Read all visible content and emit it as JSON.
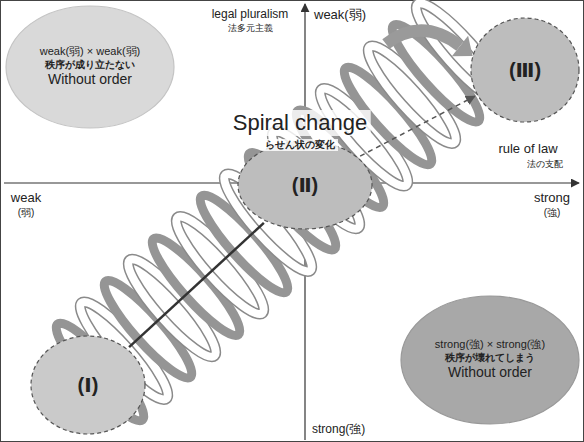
{
  "diagram": {
    "nodes": [
      {
        "text": [
          "weak(弱) × weak(弱)",
          "秩序が成り立たない",
          "Without order"
        ]
      },
      {
        "text": [
          "(Ⅰ)"
        ]
      },
      {
        "text": [
          "(Ⅱ)"
        ]
      },
      {
        "text": [
          "(Ⅲ)"
        ]
      },
      {
        "text": [
          "strong(強) × strong(強)",
          "秩序が壊れてしまう",
          "Without order"
        ]
      }
    ],
    "edges": [
      {
        "from": 1,
        "to": 2,
        "arrow": "none"
      },
      {
        "from": 2,
        "to": 3,
        "arrow": "to"
      }
    ],
    "labels": [
      "legal pluralism",
      "法多元主義",
      "weak(弱)",
      "rule of law",
      "法の支配",
      "weak",
      "(弱)",
      "strong",
      "(強)",
      "strong(強)",
      "Spiral change",
      "らせん状の変化"
    ]
  }
}
